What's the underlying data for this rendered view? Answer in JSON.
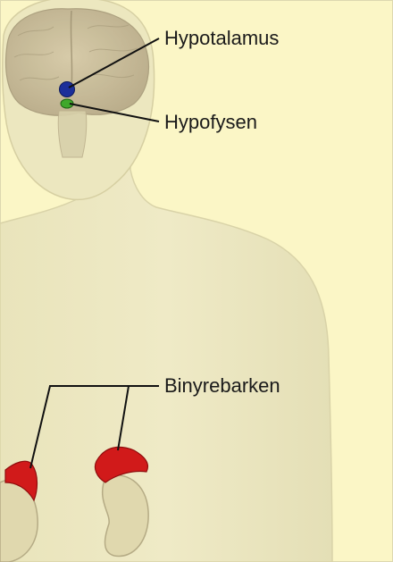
{
  "labels": {
    "hypotalamus": "Hypotalamus",
    "hypofysen": "Hypofysen",
    "binyrebarken": "Binyrebarken"
  },
  "colors": {
    "background": "#fbf6c6",
    "body": "#ece8c0",
    "brain": "#cbbf9e",
    "hypotalamus": "#1c2f9a",
    "hypofysen": "#3fa82b",
    "adrenal": "#d11a1a",
    "kidney": "#e2d9b0",
    "leader": "#111111"
  }
}
